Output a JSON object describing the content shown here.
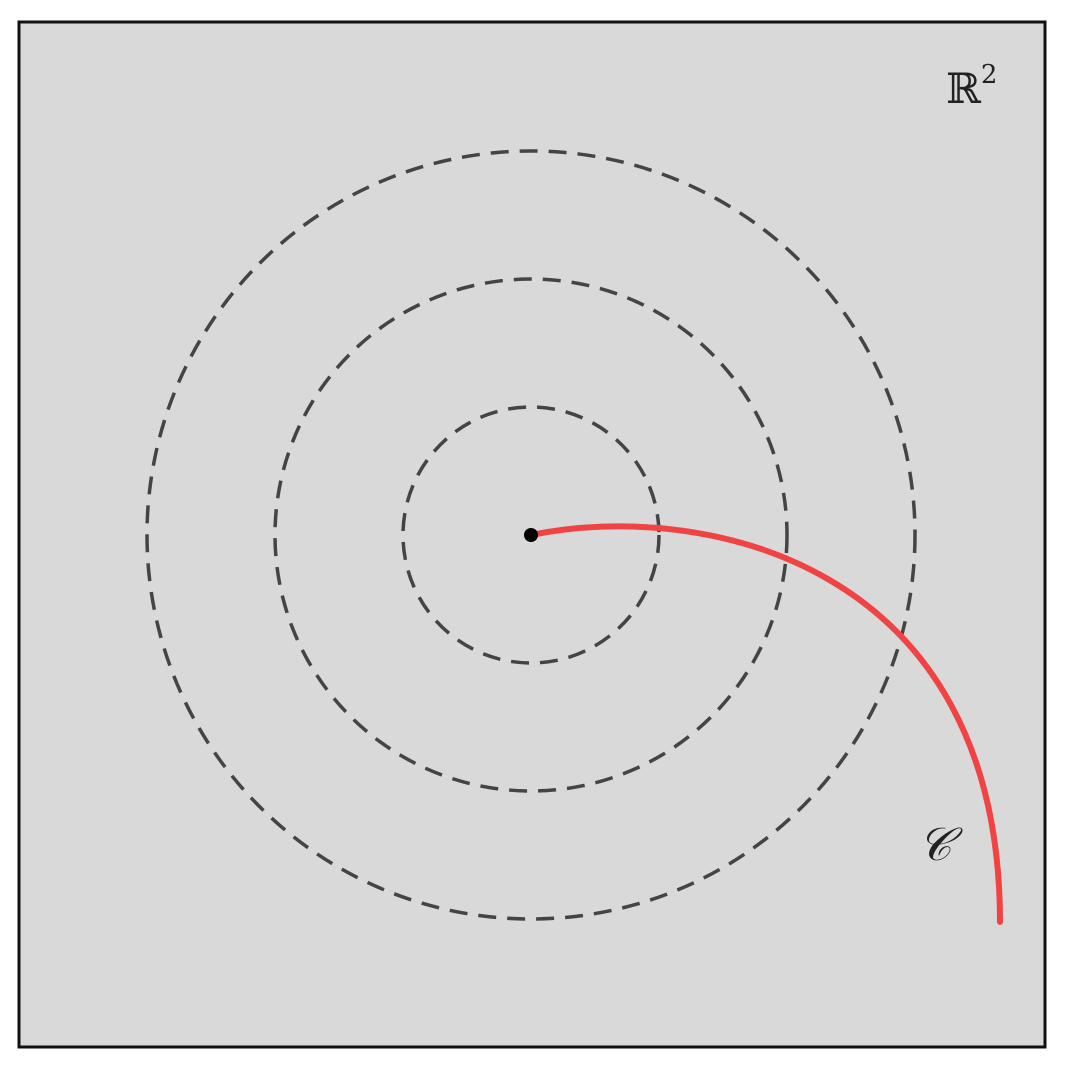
{
  "diagram": {
    "space_label": {
      "base": "ℝ",
      "exponent": "2"
    },
    "curve_label": "𝒞",
    "colors": {
      "background": "#d9d9d9",
      "frame": "#111111",
      "circles": "#444444",
      "curve": "#f04444",
      "center_point": "#000000"
    }
  }
}
